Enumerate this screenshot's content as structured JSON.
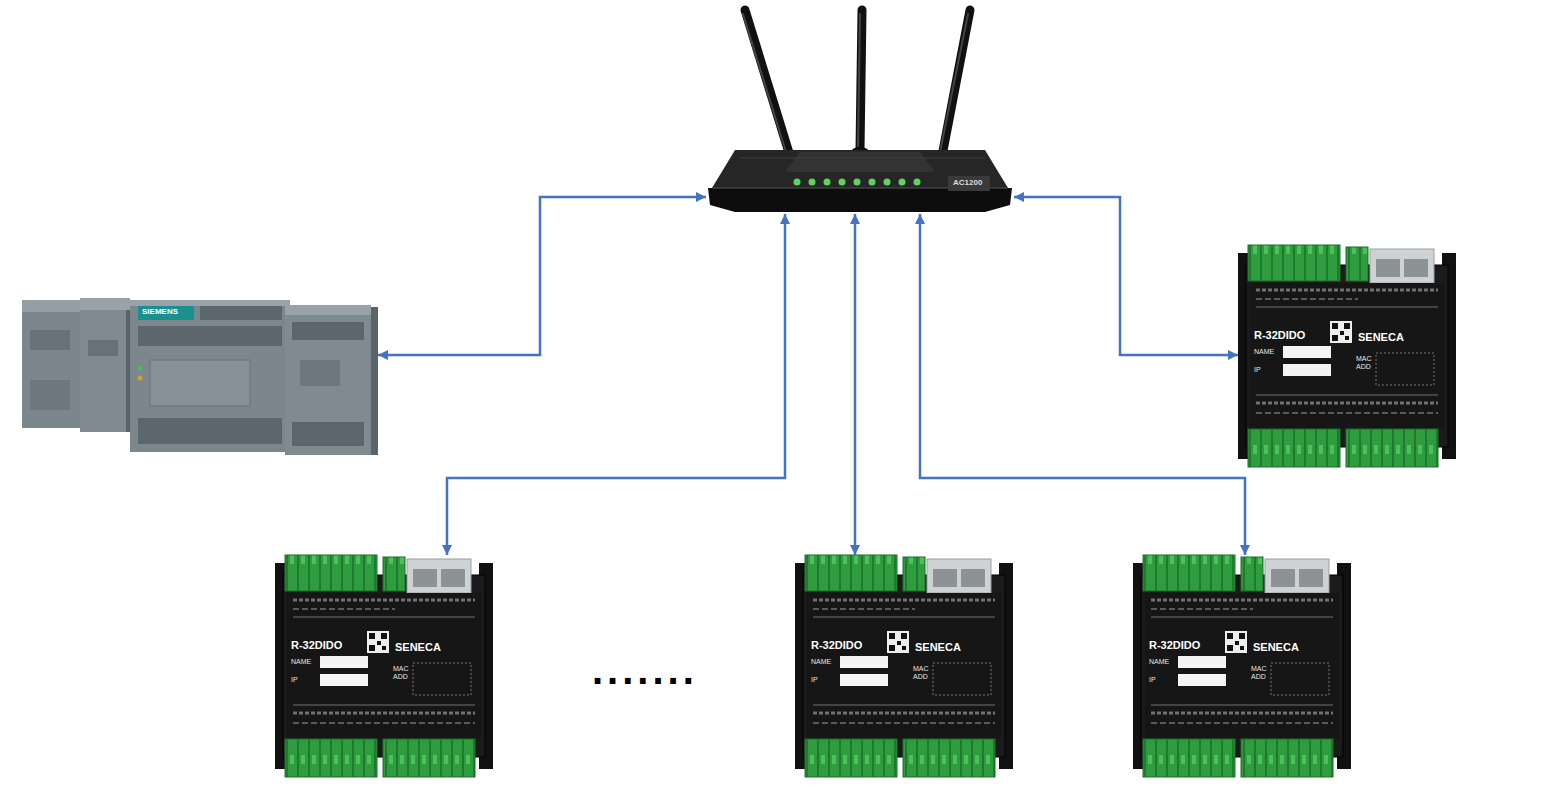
{
  "diagram": {
    "nodes": [
      {
        "text": [
          "AC1200"
        ]
      },
      {
        "text": [
          "SIEMENS"
        ]
      },
      {
        "text": [
          "R-32DIDO",
          "NAME",
          "IP",
          "SENECA",
          "MAC ADD"
        ]
      },
      {
        "text": [
          "R-32DIDO",
          "NAME",
          "IP",
          "SENECA",
          "MAC ADD"
        ]
      },
      {
        "text": [
          "R-32DIDO",
          "NAME",
          "IP",
          "SENECA",
          "MAC ADD"
        ]
      },
      {
        "text": [
          "R-32DIDO",
          "NAME",
          "IP",
          "SENECA",
          "MAC ADD"
        ]
      }
    ],
    "edges": [
      {
        "from": 0,
        "to": 1,
        "arrow": "both"
      },
      {
        "from": 0,
        "to": 2,
        "arrow": "both"
      },
      {
        "from": 0,
        "to": 3,
        "arrow": "both"
      },
      {
        "from": 0,
        "to": 4,
        "arrow": "both"
      },
      {
        "from": 0,
        "to": 5,
        "arrow": "both"
      }
    ],
    "labels": [
      "......."
    ]
  }
}
